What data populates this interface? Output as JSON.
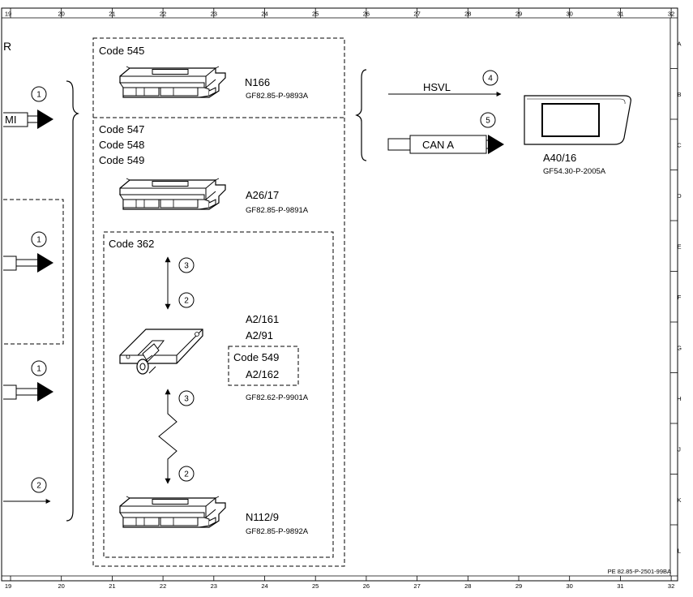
{
  "frame": {
    "columns": [
      "19",
      "20",
      "21",
      "22",
      "23",
      "24",
      "25",
      "26",
      "27",
      "28",
      "29",
      "30",
      "31",
      "32"
    ],
    "rows": [
      "A",
      "B",
      "C",
      "D",
      "E",
      "F",
      "G",
      "H",
      "J",
      "K",
      "L"
    ],
    "doc_ref": "PE 82.85-P-2501-99BA"
  },
  "left_edge": {
    "partial_char": "R",
    "partial_label": "MI",
    "arrow_numbers": [
      "1",
      "1",
      "1",
      "2"
    ]
  },
  "groups": {
    "code545": {
      "title": "Code 545"
    },
    "code547": {
      "lines": [
        "Code 547",
        "Code 548",
        "Code 549"
      ]
    },
    "code362": {
      "title": "Code 362"
    },
    "code549_inner": {
      "title": "Code 549"
    }
  },
  "components": {
    "n166": {
      "id": "N166",
      "ref": "GF82.85-P-9893A"
    },
    "a26_17": {
      "id": "A26/17",
      "ref": "GF82.85-P-9891A"
    },
    "a2": {
      "ids": [
        "A2/161",
        "A2/91"
      ],
      "sub_id": "A2/162",
      "ref": "GF82.62-P-9901A"
    },
    "n112_9": {
      "id": "N112/9",
      "ref": "GF82.85-P-9892A"
    },
    "a40_16": {
      "id": "A40/16",
      "ref": "GF54.30-P-2005A"
    }
  },
  "connections": {
    "hsvl": {
      "label": "HSVL",
      "num": "4"
    },
    "can_a": {
      "label": "CAN A",
      "num": "5"
    },
    "code362_up": {
      "num": "3"
    },
    "code362_down": {
      "num": "2"
    },
    "bottom_up": {
      "num": "3"
    },
    "bottom_down": {
      "num": "2"
    }
  }
}
